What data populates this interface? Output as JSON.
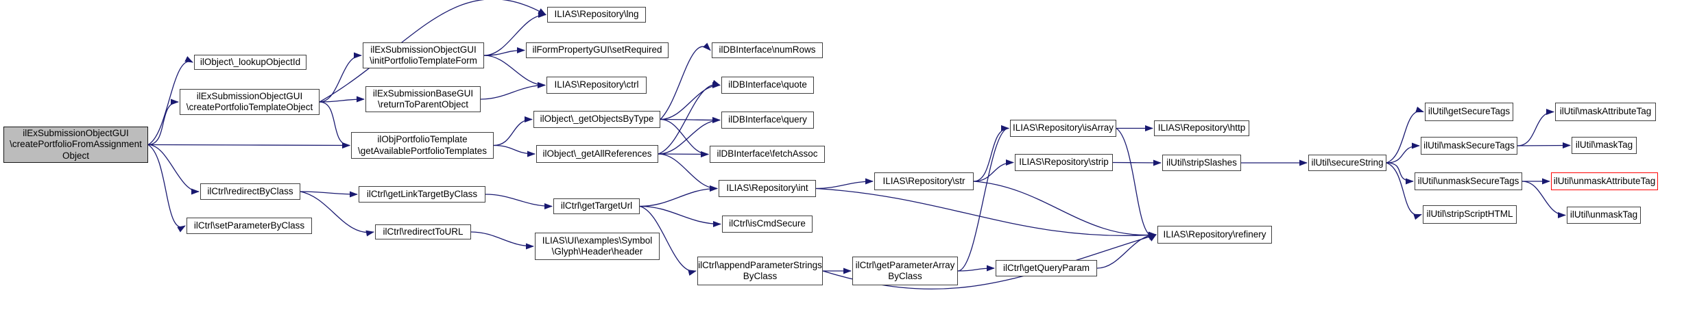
{
  "diagram": {
    "type": "call-graph",
    "colors": {
      "edge": "#191970",
      "node_border": "#3e3e3e",
      "root_fill": "#bcbcbc",
      "highlight_border": "#ff0000",
      "background": "#ffffff",
      "text": "#000000"
    },
    "nodes": [
      {
        "id": "root",
        "style": "root",
        "lines": [
          "ilExSubmissionObjectGUI",
          "\\createPortfolioFromAssignment",
          "Object"
        ]
      },
      {
        "id": "lookupObjectId",
        "lines": [
          "ilObject\\_lookupObjectId"
        ]
      },
      {
        "id": "createPortfolioTemplateObject",
        "lines": [
          "ilExSubmissionObjectGUI",
          "\\createPortfolioTemplateObject"
        ]
      },
      {
        "id": "initPortfolioTemplateForm",
        "lines": [
          "ilExSubmissionObjectGUI",
          "\\initPortfolioTemplateForm"
        ]
      },
      {
        "id": "returnToParentObject",
        "lines": [
          "ilExSubmissionBaseGUI",
          "\\returnToParentObject"
        ]
      },
      {
        "id": "getAvailablePortfolioTemplates",
        "lines": [
          "ilObjPortfolioTemplate",
          "\\getAvailablePortfolioTemplates"
        ]
      },
      {
        "id": "redirectByClass",
        "lines": [
          "ilCtrl\\redirectByClass"
        ]
      },
      {
        "id": "setParameterByClass",
        "lines": [
          "ilCtrl\\setParameterByClass"
        ]
      },
      {
        "id": "getLinkTargetByClass",
        "lines": [
          "ilCtrl\\getLinkTargetByClass"
        ]
      },
      {
        "id": "redirectToURL",
        "lines": [
          "ilCtrl\\redirectToURL"
        ]
      },
      {
        "id": "getTargetUrl",
        "lines": [
          "ilCtrl\\getTargetUrl"
        ]
      },
      {
        "id": "header",
        "lines": [
          "ILIAS\\UI\\examples\\Symbol",
          "\\Glyph\\Header\\header"
        ]
      },
      {
        "id": "lng",
        "lines": [
          "ILIAS\\Repository\\lng"
        ]
      },
      {
        "id": "setRequired",
        "lines": [
          "ilFormPropertyGUI\\setRequired"
        ]
      },
      {
        "id": "ctrl",
        "lines": [
          "ILIAS\\Repository\\ctrl"
        ]
      },
      {
        "id": "getObjectsByType",
        "lines": [
          "ilObject\\_getObjectsByType"
        ]
      },
      {
        "id": "getAllReferences",
        "lines": [
          "ilObject\\_getAllReferences"
        ]
      },
      {
        "id": "numRows",
        "lines": [
          "ilDBInterface\\numRows"
        ]
      },
      {
        "id": "quote",
        "lines": [
          "ilDBInterface\\quote"
        ]
      },
      {
        "id": "query",
        "lines": [
          "ilDBInterface\\query"
        ]
      },
      {
        "id": "fetchAssoc",
        "lines": [
          "ilDBInterface\\fetchAssoc"
        ]
      },
      {
        "id": "int",
        "lines": [
          "ILIAS\\Repository\\int"
        ]
      },
      {
        "id": "isCmdSecure",
        "lines": [
          "ilCtrl\\isCmdSecure"
        ]
      },
      {
        "id": "appendParameterStringsByClass",
        "lines": [
          "ilCtrl\\appendParameterStrings",
          "ByClass"
        ]
      },
      {
        "id": "getParameterArrayByClass",
        "lines": [
          "ilCtrl\\getParameterArray",
          "ByClass"
        ]
      },
      {
        "id": "getQueryParam",
        "lines": [
          "ilCtrl\\getQueryParam"
        ]
      },
      {
        "id": "str",
        "lines": [
          "ILIAS\\Repository\\str"
        ]
      },
      {
        "id": "isArray",
        "lines": [
          "ILIAS\\Repository\\isArray"
        ]
      },
      {
        "id": "http",
        "lines": [
          "ILIAS\\Repository\\http"
        ]
      },
      {
        "id": "strip",
        "lines": [
          "ILIAS\\Repository\\strip"
        ]
      },
      {
        "id": "stripSlashes",
        "lines": [
          "ilUtil\\stripSlashes"
        ]
      },
      {
        "id": "refinery",
        "lines": [
          "ILIAS\\Repository\\refinery"
        ]
      },
      {
        "id": "secureString",
        "lines": [
          "ilUtil\\secureString"
        ]
      },
      {
        "id": "getSecureTags",
        "lines": [
          "ilUtil\\getSecureTags"
        ]
      },
      {
        "id": "maskSecureTags",
        "lines": [
          "ilUtil\\maskSecureTags"
        ]
      },
      {
        "id": "unmaskSecureTags",
        "lines": [
          "ilUtil\\unmaskSecureTags"
        ]
      },
      {
        "id": "stripScriptHTML",
        "lines": [
          "ilUtil\\stripScriptHTML"
        ]
      },
      {
        "id": "maskAttributeTag",
        "lines": [
          "ilUtil\\maskAttributeTag"
        ]
      },
      {
        "id": "maskTag",
        "lines": [
          "ilUtil\\maskTag"
        ]
      },
      {
        "id": "unmaskAttributeTag",
        "style": "red",
        "lines": [
          "ilUtil\\unmaskAttributeTag"
        ]
      },
      {
        "id": "unmaskTag",
        "lines": [
          "ilUtil\\unmaskTag"
        ]
      }
    ],
    "edges": [
      {
        "from": "root",
        "to": "lookupObjectId"
      },
      {
        "from": "root",
        "to": "createPortfolioTemplateObject"
      },
      {
        "from": "root",
        "to": "getAvailablePortfolioTemplates"
      },
      {
        "from": "root",
        "to": "redirectByClass"
      },
      {
        "from": "root",
        "to": "setParameterByClass"
      },
      {
        "from": "createPortfolioTemplateObject",
        "to": "lng"
      },
      {
        "from": "createPortfolioTemplateObject",
        "to": "initPortfolioTemplateForm"
      },
      {
        "from": "createPortfolioTemplateObject",
        "to": "returnToParentObject"
      },
      {
        "from": "createPortfolioTemplateObject",
        "to": "getAvailablePortfolioTemplates"
      },
      {
        "from": "initPortfolioTemplateForm",
        "to": "lng"
      },
      {
        "from": "initPortfolioTemplateForm",
        "to": "setRequired"
      },
      {
        "from": "initPortfolioTemplateForm",
        "to": "ctrl"
      },
      {
        "from": "returnToParentObject",
        "to": "ctrl"
      },
      {
        "from": "getAvailablePortfolioTemplates",
        "to": "getObjectsByType"
      },
      {
        "from": "getAvailablePortfolioTemplates",
        "to": "getAllReferences"
      },
      {
        "from": "getObjectsByType",
        "to": "numRows"
      },
      {
        "from": "getObjectsByType",
        "to": "quote"
      },
      {
        "from": "getObjectsByType",
        "to": "query"
      },
      {
        "from": "getObjectsByType",
        "to": "fetchAssoc"
      },
      {
        "from": "getAllReferences",
        "to": "quote"
      },
      {
        "from": "getAllReferences",
        "to": "query"
      },
      {
        "from": "getAllReferences",
        "to": "fetchAssoc"
      },
      {
        "from": "getAllReferences",
        "to": "int"
      },
      {
        "from": "redirectByClass",
        "to": "getLinkTargetByClass"
      },
      {
        "from": "redirectByClass",
        "to": "redirectToURL"
      },
      {
        "from": "getLinkTargetByClass",
        "to": "getTargetUrl"
      },
      {
        "from": "redirectToURL",
        "to": "header"
      },
      {
        "from": "getTargetUrl",
        "to": "int"
      },
      {
        "from": "getTargetUrl",
        "to": "isCmdSecure"
      },
      {
        "from": "getTargetUrl",
        "to": "appendParameterStringsByClass"
      },
      {
        "from": "appendParameterStringsByClass",
        "to": "getParameterArrayByClass"
      },
      {
        "from": "appendParameterStringsByClass",
        "to": "refinery"
      },
      {
        "from": "getParameterArrayByClass",
        "to": "getQueryParam"
      },
      {
        "from": "getParameterArrayByClass",
        "to": "isArray"
      },
      {
        "from": "getQueryParam",
        "to": "refinery"
      },
      {
        "from": "int",
        "to": "str"
      },
      {
        "from": "int",
        "to": "refinery"
      },
      {
        "from": "str",
        "to": "isArray"
      },
      {
        "from": "str",
        "to": "strip"
      },
      {
        "from": "str",
        "to": "refinery"
      },
      {
        "from": "strip",
        "to": "stripSlashes"
      },
      {
        "from": "stripSlashes",
        "to": "secureString"
      },
      {
        "from": "isArray",
        "to": "http"
      },
      {
        "from": "isArray",
        "to": "refinery"
      },
      {
        "from": "secureString",
        "to": "getSecureTags"
      },
      {
        "from": "secureString",
        "to": "maskSecureTags"
      },
      {
        "from": "secureString",
        "to": "unmaskSecureTags"
      },
      {
        "from": "secureString",
        "to": "stripScriptHTML"
      },
      {
        "from": "maskSecureTags",
        "to": "maskAttributeTag"
      },
      {
        "from": "maskSecureTags",
        "to": "maskTag"
      },
      {
        "from": "unmaskSecureTags",
        "to": "unmaskAttributeTag"
      },
      {
        "from": "unmaskSecureTags",
        "to": "unmaskTag"
      }
    ]
  }
}
